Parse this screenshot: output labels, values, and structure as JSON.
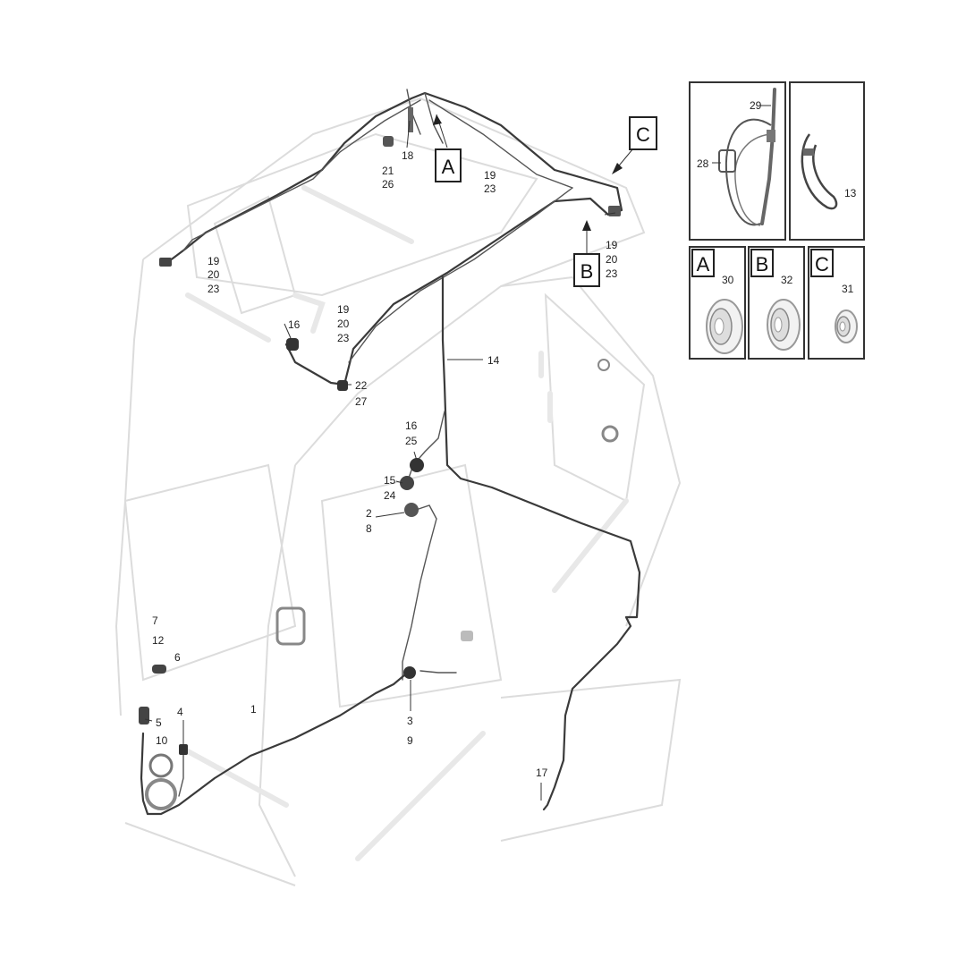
{
  "callouts": {
    "A": "A",
    "B": "B",
    "C": "C"
  },
  "labels": {
    "l18": "18",
    "l21": "21",
    "l26": "26",
    "l19a": "19",
    "l23a": "23",
    "l19b": "19",
    "l20b": "20",
    "l23b": "23",
    "l19c": "19",
    "l20c": "20",
    "l23c": "23",
    "l19d": "19",
    "l20d": "20",
    "l23d": "23",
    "l16a": "16",
    "l22": "22",
    "l27": "27",
    "l14": "14",
    "l16b": "16",
    "l25": "25",
    "l15": "15",
    "l24": "24",
    "l2": "2",
    "l8": "8",
    "l7": "7",
    "l12": "12",
    "l6": "6",
    "l5": "5",
    "l10": "10",
    "l4": "4",
    "l1": "1",
    "l3": "3",
    "l9": "9",
    "l17": "17"
  },
  "detail_panels": {
    "clip_panel": {
      "l28": "28",
      "l29": "29"
    },
    "strap_panel": {
      "l13": "13"
    },
    "grommet_a": {
      "letter": "A",
      "part": "30"
    },
    "grommet_b": {
      "letter": "B",
      "part": "32"
    },
    "grommet_c": {
      "letter": "C",
      "part": "31"
    }
  }
}
